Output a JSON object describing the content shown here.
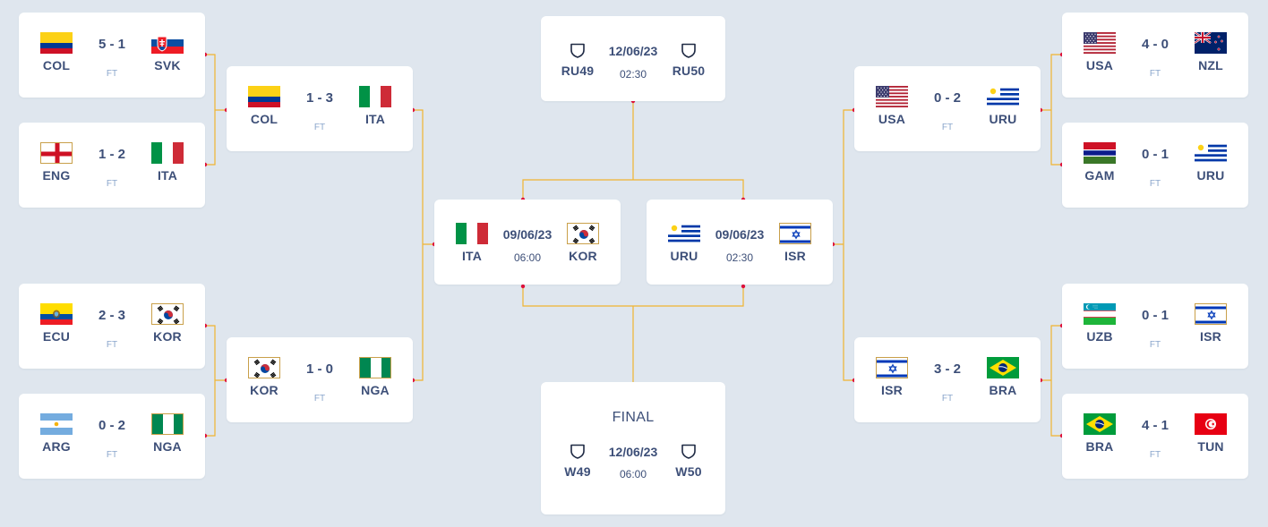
{
  "colors": {
    "background": "#dfe6ee",
    "card": "#ffffff",
    "text": "#3d4f78",
    "muted": "#8aa6cc",
    "connector": "#f0b430",
    "dot": "#e0103a"
  },
  "round16": {
    "m1": {
      "home": {
        "code": "COL",
        "flag": "colombia"
      },
      "away": {
        "code": "SVK",
        "flag": "slovakia"
      },
      "score": "5 - 1",
      "status": "FT"
    },
    "m2": {
      "home": {
        "code": "ENG",
        "flag": "england"
      },
      "away": {
        "code": "ITA",
        "flag": "italy"
      },
      "score": "1 - 2",
      "status": "FT"
    },
    "m3": {
      "home": {
        "code": "ECU",
        "flag": "ecuador"
      },
      "away": {
        "code": "KOR",
        "flag": "korea"
      },
      "score": "2 - 3",
      "status": "FT"
    },
    "m4": {
      "home": {
        "code": "ARG",
        "flag": "argentina"
      },
      "away": {
        "code": "NGA",
        "flag": "nigeria"
      },
      "score": "0 - 2",
      "status": "FT"
    },
    "m5": {
      "home": {
        "code": "USA",
        "flag": "usa"
      },
      "away": {
        "code": "NZL",
        "flag": "new-zealand"
      },
      "score": "4 - 0",
      "status": "FT"
    },
    "m6": {
      "home": {
        "code": "GAM",
        "flag": "gambia"
      },
      "away": {
        "code": "URU",
        "flag": "uruguay"
      },
      "score": "0 - 1",
      "status": "FT"
    },
    "m7": {
      "home": {
        "code": "UZB",
        "flag": "uzbekistan"
      },
      "away": {
        "code": "ISR",
        "flag": "israel"
      },
      "score": "0 - 1",
      "status": "FT"
    },
    "m8": {
      "home": {
        "code": "BRA",
        "flag": "brazil"
      },
      "away": {
        "code": "TUN",
        "flag": "tunisia"
      },
      "score": "4 - 1",
      "status": "FT"
    }
  },
  "quarter": {
    "q1": {
      "home": {
        "code": "COL",
        "flag": "colombia"
      },
      "away": {
        "code": "ITA",
        "flag": "italy"
      },
      "score": "1 - 3",
      "status": "FT"
    },
    "q2": {
      "home": {
        "code": "KOR",
        "flag": "korea"
      },
      "away": {
        "code": "NGA",
        "flag": "nigeria"
      },
      "score": "1 - 0",
      "status": "FT"
    },
    "q3": {
      "home": {
        "code": "USA",
        "flag": "usa"
      },
      "away": {
        "code": "URU",
        "flag": "uruguay"
      },
      "score": "0 - 2",
      "status": "FT"
    },
    "q4": {
      "home": {
        "code": "ISR",
        "flag": "israel"
      },
      "away": {
        "code": "BRA",
        "flag": "brazil"
      },
      "score": "3 - 2",
      "status": "FT"
    }
  },
  "semi": {
    "s1": {
      "home": {
        "code": "ITA",
        "flag": "italy"
      },
      "away": {
        "code": "KOR",
        "flag": "korea"
      },
      "date": "09/06/23",
      "time": "06:00"
    },
    "s2": {
      "home": {
        "code": "URU",
        "flag": "uruguay"
      },
      "away": {
        "code": "ISR",
        "flag": "israel"
      },
      "date": "09/06/23",
      "time": "02:30"
    }
  },
  "third_place": {
    "home": {
      "code": "RU49",
      "icon": "shield-icon"
    },
    "away": {
      "code": "RU50",
      "icon": "shield-icon"
    },
    "date": "12/06/23",
    "time": "02:30"
  },
  "final": {
    "title": "FINAL",
    "home": {
      "code": "W49",
      "icon": "shield-icon"
    },
    "away": {
      "code": "W50",
      "icon": "shield-icon"
    },
    "date": "12/06/23",
    "time": "06:00"
  }
}
